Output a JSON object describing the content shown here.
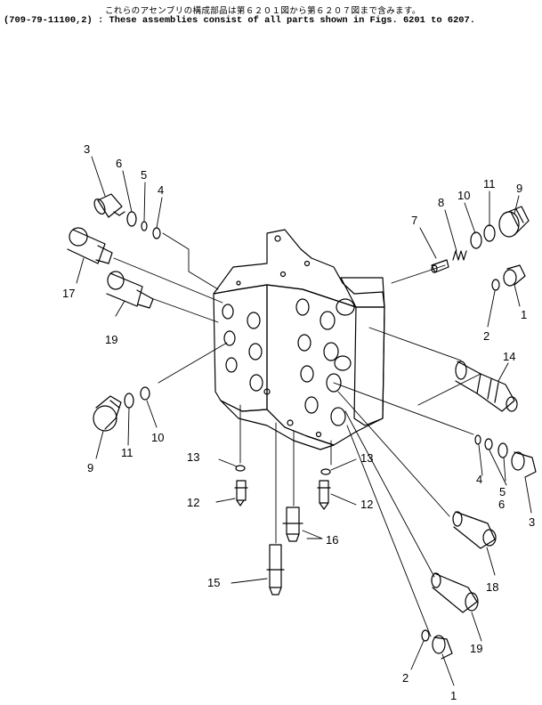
{
  "header": {
    "line_jp": "これらのアセンブリの構成部品は第６２０１図から第６２０７図まで含みます。",
    "line_en": "(709-79-11100,2) : These assemblies consist of all parts shown in Figs. 6201 to 6207."
  },
  "callouts": [
    {
      "id": "c3a",
      "text": "3"
    },
    {
      "id": "c6a",
      "text": "6"
    },
    {
      "id": "c5a",
      "text": "5"
    },
    {
      "id": "c4a",
      "text": "4"
    },
    {
      "id": "c7",
      "text": "7"
    },
    {
      "id": "c8",
      "text": "8"
    },
    {
      "id": "c10a",
      "text": "10"
    },
    {
      "id": "c11a",
      "text": "11"
    },
    {
      "id": "c9a",
      "text": "9"
    },
    {
      "id": "c17",
      "text": "17"
    },
    {
      "id": "c19a",
      "text": "19"
    },
    {
      "id": "c2a",
      "text": "2"
    },
    {
      "id": "c1a",
      "text": "1"
    },
    {
      "id": "c14",
      "text": "14"
    },
    {
      "id": "c9b",
      "text": "9"
    },
    {
      "id": "c11b",
      "text": "11"
    },
    {
      "id": "c10b",
      "text": "10"
    },
    {
      "id": "c13a",
      "text": "13"
    },
    {
      "id": "c12a",
      "text": "12"
    },
    {
      "id": "c13b",
      "text": "13"
    },
    {
      "id": "c12b",
      "text": "12"
    },
    {
      "id": "c16",
      "text": "16"
    },
    {
      "id": "c15",
      "text": "15"
    },
    {
      "id": "c4b",
      "text": "4"
    },
    {
      "id": "c5b",
      "text": "5"
    },
    {
      "id": "c6b",
      "text": "6"
    },
    {
      "id": "c3b",
      "text": "3"
    },
    {
      "id": "c18",
      "text": "18"
    },
    {
      "id": "c19b",
      "text": "19"
    },
    {
      "id": "c2b",
      "text": "2"
    },
    {
      "id": "c1b",
      "text": "1"
    }
  ]
}
